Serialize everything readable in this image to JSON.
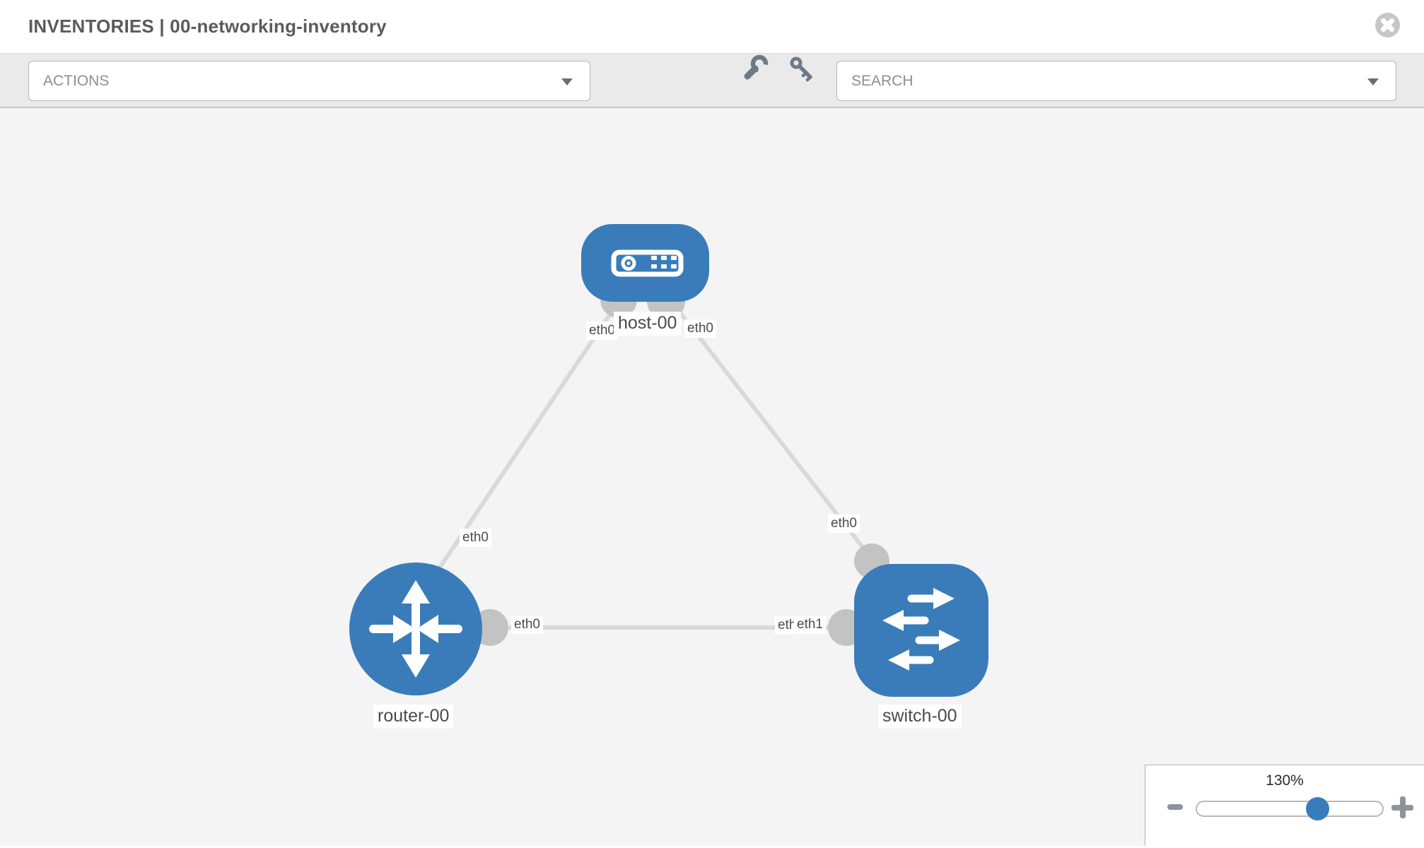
{
  "header": {
    "title": "INVENTORIES | 00-networking-inventory"
  },
  "toolbar": {
    "actions": {
      "label": "ACTIONS"
    },
    "search": {
      "label": "SEARCH"
    }
  },
  "topology": {
    "nodes": {
      "host": {
        "label": "host-00",
        "type": "host"
      },
      "router": {
        "label": "router-00",
        "type": "router"
      },
      "switch": {
        "label": "switch-00",
        "type": "switch"
      }
    },
    "interfaces": {
      "host_to_router": "eth0",
      "host_to_switch": "eth0",
      "router_to_host": "eth0",
      "switch_to_host": "eth0",
      "router_to_switch": "eth0",
      "switch_to_router": "eth1",
      "switch_to_router_hidden": "eth0"
    },
    "links": [
      {
        "from": "host-00",
        "from_if": "eth0",
        "to": "router-00",
        "to_if": "eth0"
      },
      {
        "from": "host-00",
        "from_if": "eth0",
        "to": "switch-00",
        "to_if": "eth0"
      },
      {
        "from": "router-00",
        "from_if": "eth0",
        "to": "switch-00",
        "to_if": "eth1"
      }
    ]
  },
  "zoom_control": {
    "level": "130%"
  },
  "colors": {
    "node_blue": "#3a7cba",
    "link_gray": "#d9d9d9",
    "port_gray": "#c3c3c3",
    "icon_gray": "#6e7a87"
  }
}
